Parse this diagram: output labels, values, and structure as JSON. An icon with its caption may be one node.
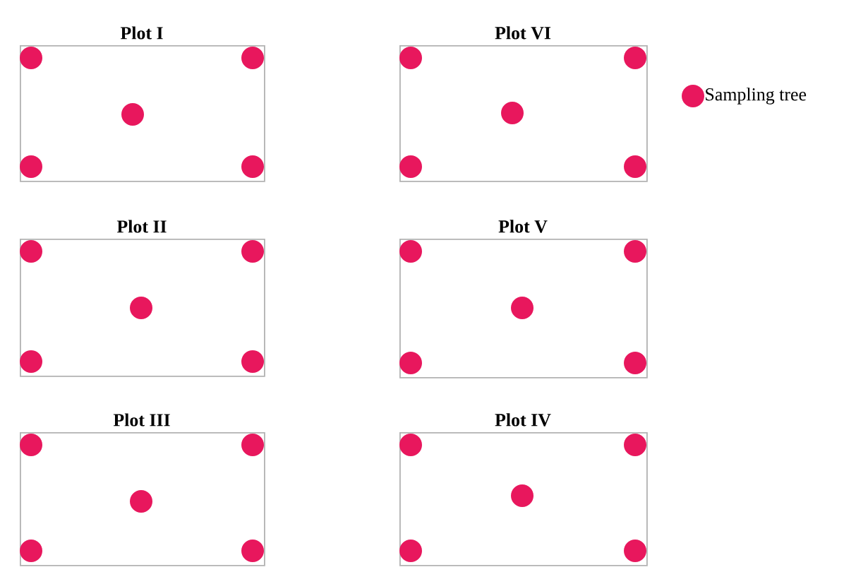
{
  "diagram": {
    "nodes": [
      {
        "text": [
          "Plot I"
        ]
      },
      {
        "text": [
          "Plot VI"
        ]
      },
      {
        "text": [
          "Plot II"
        ]
      },
      {
        "text": [
          "Plot V"
        ]
      },
      {
        "text": [
          "Plot III"
        ]
      },
      {
        "text": [
          "Plot IV"
        ]
      }
    ],
    "legend": [
      {
        "text": "Sampling tree",
        "color": "#e8175d"
      }
    ]
  }
}
